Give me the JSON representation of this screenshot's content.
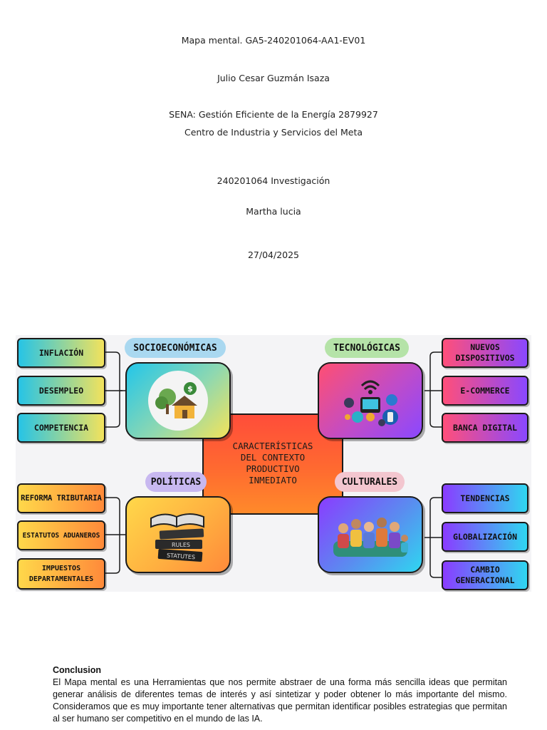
{
  "cover": {
    "title": "Mapa mental. GA5-240201064-AA1-EV01",
    "author": "Julio Cesar Guzmán Isaza",
    "institution": "SENA: Gestión Eficiente de la Energía 2879927",
    "center": "Centro de Industria y Servicios del Meta",
    "course": "240201064 Investigación",
    "instructor": "Martha lucia",
    "date": "27/04/2025"
  },
  "mindmap": {
    "center_text": "CARACTERÍSTICAS\nDEL CONTEXTO\nPRODUCTIVO\nINMEDIATO",
    "categories": {
      "socioeconomicas": {
        "label": "SOCIOECONÓMICAS",
        "items": [
          "INFLACIÓN",
          "DESEMPLEO",
          "COMPETENCIA"
        ],
        "icon": "house-money-icon"
      },
      "tecnologicas": {
        "label": "TECNOLÓGICAS",
        "items": [
          "NUEVOS DISPOSITIVOS",
          "E-COMMERCE",
          "BANCA DIGITAL"
        ],
        "icon": "devices-network-icon"
      },
      "politicas": {
        "label": "POLÍTICAS",
        "items": [
          "REFORMA TRIBUTARIA",
          "ESTATUTOS ADUANEROS",
          "IMPUESTOS DEPARTAMENTALES"
        ],
        "icon": "law-books-icon",
        "book_labels": [
          "RULES",
          "STATUTES"
        ]
      },
      "culturales": {
        "label": "CULTURALES",
        "items": [
          "TENDENCIAS",
          "GLOBALIZACIÓN",
          "CAMBIO GENERACIONAL"
        ],
        "icon": "family-generations-icon"
      }
    },
    "colors": {
      "cyan_yellow": [
        "#2ec7e6",
        "#f5e05a"
      ],
      "pink_purple": [
        "#ff4f7a",
        "#8a48ff"
      ],
      "yellow_orange": [
        "#ffd84a",
        "#ff8a3a"
      ],
      "purple_cyan": [
        "#8a3cff",
        "#2fd6f0"
      ],
      "center": "#ff5a35"
    }
  },
  "conclusion": {
    "title": "Conclusion",
    "body": "El Mapa mental es una Herramientas que nos permite abstraer de una forma más sencilla ideas que permitan generar análisis de diferentes temas de interés y así sintetizar y poder obtener lo más importante del mismo. Consideramos que es muy importante tener alternativas que permitan identificar posibles estrategias que permitan al ser humano ser competitivo en el mundo de las IA."
  }
}
